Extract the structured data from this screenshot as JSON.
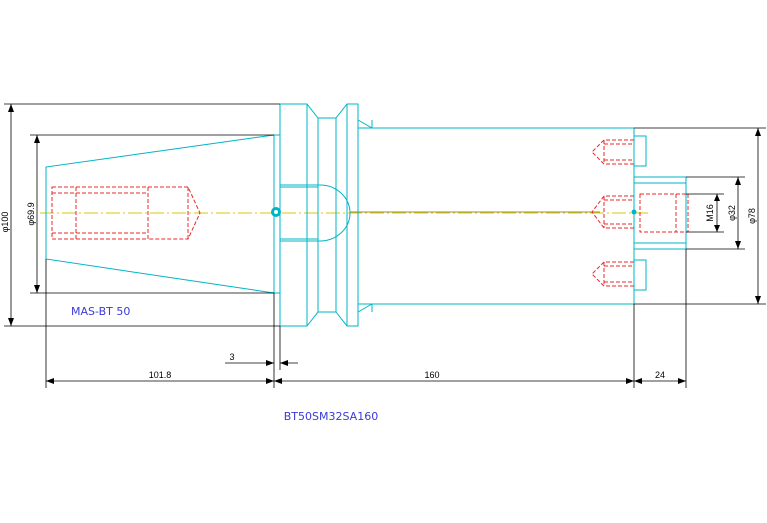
{
  "labels": {
    "standard": "MAS-BT 50",
    "part_number": "BT50SM32SA160"
  },
  "dimensions": {
    "d_flange": "φ100",
    "d_taper": "φ69.9",
    "thread": "M16",
    "d_bore": "φ32",
    "d_body": "φ78",
    "gap": "3",
    "taper_length": "101.8",
    "body_length": "160",
    "nose_length": "24"
  },
  "colors": {
    "outline": "#00b4c8",
    "hidden": "#e8282a",
    "centerline": "#d8c800",
    "dimension": "#000000",
    "label": "#3a3ad8"
  }
}
